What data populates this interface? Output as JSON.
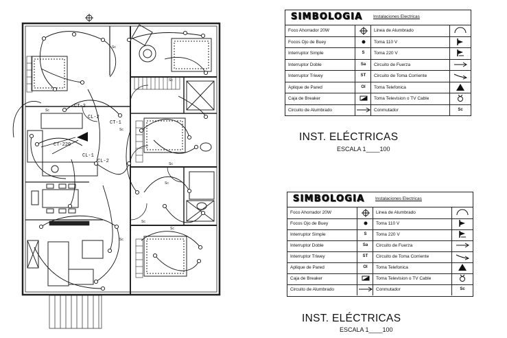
{
  "plan": {
    "circuit_labels": [
      "CT-2",
      "CL-2",
      "CT-1",
      "CT-220",
      "CL-1",
      "CL-2"
    ],
    "switch_labels": [
      "Sc",
      "Sc",
      "Sc",
      "Sc",
      "Sc",
      "Sc",
      "Sc",
      "Sc",
      "Sc"
    ]
  },
  "legends": [
    {
      "title": "SIMBOLOGIA",
      "subtitle": "Instalaciones Electricas",
      "rows": [
        {
          "left": "Foco Ahorrador 20W",
          "left_symbol": "crosshair-circle",
          "right": "Linea de Alumbrado",
          "right_symbol": "arc"
        },
        {
          "left": "Focos Ojo de Buey",
          "left_symbol": "dot",
          "right": "Toma  110 V",
          "right_symbol": "outlet"
        },
        {
          "left": "Interruptor Simple",
          "left_symbol_text": "S",
          "right": "Toma  220 V",
          "right_symbol": "outlet-220"
        },
        {
          "left": "Interruptor Doble",
          "left_symbol_text": "Sa",
          "right": "Circuito de Fuerza",
          "right_symbol": "arrow"
        },
        {
          "left": "Interruptor Triwey",
          "left_symbol_text": "ST",
          "right": "Circuito de Toma Corriente",
          "right_symbol": "curved-arrow"
        },
        {
          "left": "Aplique de Pared",
          "left_symbol_text": "Ol",
          "right": "Toma Telefonica",
          "right_symbol": "triangle"
        },
        {
          "left": "Caja de Breaker",
          "left_symbol": "breaker",
          "right": "Toma Television o TV Cable",
          "right_symbol": "tv"
        },
        {
          "left": "Circuito de Alumbrado",
          "left_symbol": "arrow",
          "right": "Conmutador",
          "right_symbol_text": "Sc"
        }
      ]
    },
    {
      "title": "SIMBOLOGIA",
      "subtitle": "Instalaciones Electricas",
      "rows": [
        {
          "left": "Foco Ahorrador 20W",
          "left_symbol": "crosshair-circle",
          "right": "Linea de Alumbrado",
          "right_symbol": "arc"
        },
        {
          "left": "Focos Ojo de Buey",
          "left_symbol": "dot",
          "right": "Toma  110 V",
          "right_symbol": "outlet"
        },
        {
          "left": "Interruptor Simple",
          "left_symbol_text": "S",
          "right": "Toma  220 V",
          "right_symbol": "outlet-220"
        },
        {
          "left": "Interruptor Doble",
          "left_symbol_text": "Sa",
          "right": "Circuito de Fuerza",
          "right_symbol": "arrow"
        },
        {
          "left": "Interruptor Triwey",
          "left_symbol_text": "ST",
          "right": "Circuito de Toma Corriente",
          "right_symbol": "curved-arrow"
        },
        {
          "left": "Aplique de Pared",
          "left_symbol_text": "Ol",
          "right": "Toma Telefonica",
          "right_symbol": "triangle"
        },
        {
          "left": "Caja de Breaker",
          "left_symbol": "breaker",
          "right": "Toma Television o TV Cable",
          "right_symbol": "tv"
        },
        {
          "left": "Circuito de Alumbrado",
          "left_symbol": "arrow",
          "right": "Conmutador",
          "right_symbol_text": "Sc"
        }
      ]
    }
  ],
  "captions": [
    {
      "title": "INST. ELÉCTRICAS",
      "scale": "ESCALA 1____100"
    },
    {
      "title": "INST. ELÉCTRICAS",
      "scale": "ESCALA 1____100"
    }
  ]
}
